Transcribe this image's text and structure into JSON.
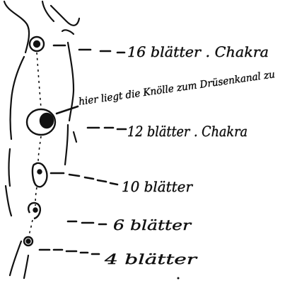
{
  "labels": {
    "throat": "16 blätter . Chakra",
    "heart_note": "hier liegt die Knölle zum Drüsenkanal zu",
    "heart": "12 blätter . Chakra",
    "navel": "10 blätter",
    "sacral": "6 blätter",
    "root": "4 blätter"
  },
  "colors": {
    "ink": "#111111",
    "paper": "#ffffff"
  }
}
